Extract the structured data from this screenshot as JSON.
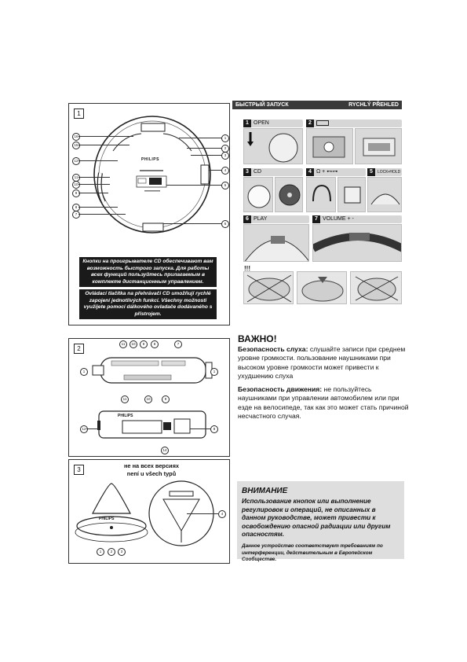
{
  "panel1": {
    "number": "1",
    "brand": "PHILIPS",
    "callouts_left": [
      "16",
      "15",
      "12",
      "11",
      "10",
      "9",
      "8",
      "7"
    ],
    "callouts_right": [
      "1",
      "2",
      "3",
      "4",
      "5",
      "6"
    ],
    "note_ru": "Кнопки на проигрывателе CD обеспечивают вам возможность быстрого запуска. Для работы всех функций пользуйтесь прилагаемым в комплекте дистанционным управлением.",
    "note_cz": "Ovládací tlačítka na přehrávači CD umožňují rychlé zapojení jednotlivých funkcí. Všechny možnosti využijete pomocí dálkového ovladače dodávaného s přístrojem."
  },
  "quick_start": {
    "left_label": "БЫСТРЫЙ ЗАПУСК",
    "right_label": "RYCHLÝ PŘEHLED",
    "steps": [
      {
        "num": "1",
        "label": "OPEN"
      },
      {
        "num": "2",
        "label": ""
      },
      {
        "num": "3",
        "label": "CD"
      },
      {
        "num": "4",
        "label": "Ω + ⊷⊶"
      },
      {
        "num": "5",
        "label": "LOCK•HOLD"
      },
      {
        "num": "6",
        "label": "PLAY"
      },
      {
        "num": "7",
        "label": "VOLUME + -"
      }
    ],
    "warning_marks": "!!!"
  },
  "panel2": {
    "number": "2",
    "brand": "PHILIPS",
    "top_callouts": [
      "11",
      "10",
      "9",
      "8",
      "7"
    ],
    "bottom_callouts": [
      "11",
      "10",
      "9"
    ],
    "side_left": "1",
    "side_right": "1",
    "lower_left": "12",
    "lower_right": "8",
    "lower_bottom": "14"
  },
  "panel3": {
    "number": "3",
    "title_ru": "не на всех версиях",
    "title_cz": "není u všech typů",
    "brand": "PHILIPS",
    "stand_callouts": [
      "1",
      "2",
      "3"
    ],
    "round_callout": "4"
  },
  "important": {
    "title": "ВАЖНО!",
    "hearing_bold": "Безопасность слуха:",
    "hearing_text": " слушайте записи при среднем уровне громкости. пользование наушниками при высоком уровне громкости может привести к ухудшению слуха",
    "traffic_bold": "Безопасность движения:",
    "traffic_text": " не пользуйтесь наушниками при управлении автомобилем или при езде на велосипеде, так как это может стать причиной несчастного случая."
  },
  "caution": {
    "title": "ВНИМАНИЕ",
    "body": "Использование кнопок или выполнение регулировок и операций, не описанных в данном руководстве, может привести к освобождению опасной радиации или другим опасностям.",
    "compliance": "Данное устройство соответствует требованиям по интерференции, действительным в Европейском Сообществе."
  }
}
